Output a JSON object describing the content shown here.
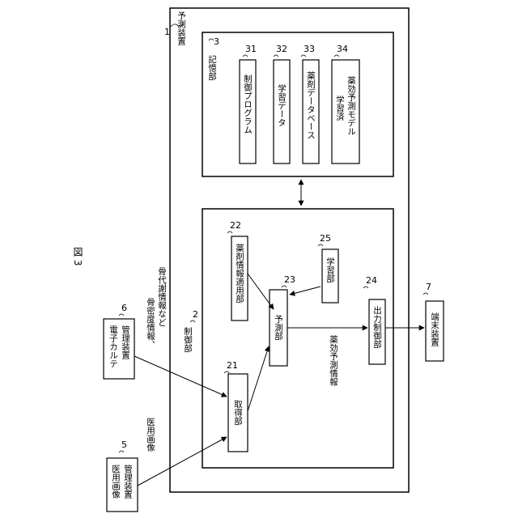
{
  "figure_label": "図 3",
  "labels": {
    "prediction_device": "予測装置",
    "storage_unit": "記憶部",
    "control_unit": "制御部",
    "control_program": "制御プログラム",
    "learning_data": "学習データ",
    "drug_database": "薬剤データベース",
    "trained_model_line1": "学習済",
    "trained_model_line2": "薬効予測モデル",
    "drug_info_application_unit": "薬剤情報適用部",
    "learning_unit": "学習部",
    "prediction_unit": "予測部",
    "acquisition_unit": "取得部",
    "output_control_unit": "出力制御部",
    "terminal_device": "端末装置",
    "medical_image_device_line1": "医用画像",
    "medical_image_device_line2": "管理装置",
    "emr_device_line1": "電子カルテ",
    "emr_device_line2": "管理装置",
    "medical_image": "医用画像",
    "bone_info_line1": "骨密度情報、",
    "bone_info_line2": "骨代謝情報など",
    "drug_effect_prediction_info": "薬効予測情報"
  },
  "reference_numerals": {
    "prediction_device": "1",
    "control_unit": "2",
    "storage_unit": "3",
    "medical_image_device": "5",
    "emr_device": "6",
    "terminal_device": "7",
    "acquisition_unit": "21",
    "drug_info_application_unit": "22",
    "prediction_unit": "23",
    "output_control_unit": "24",
    "learning_unit": "25",
    "control_program": "31",
    "learning_data": "32",
    "drug_database": "33",
    "trained_model": "34"
  }
}
